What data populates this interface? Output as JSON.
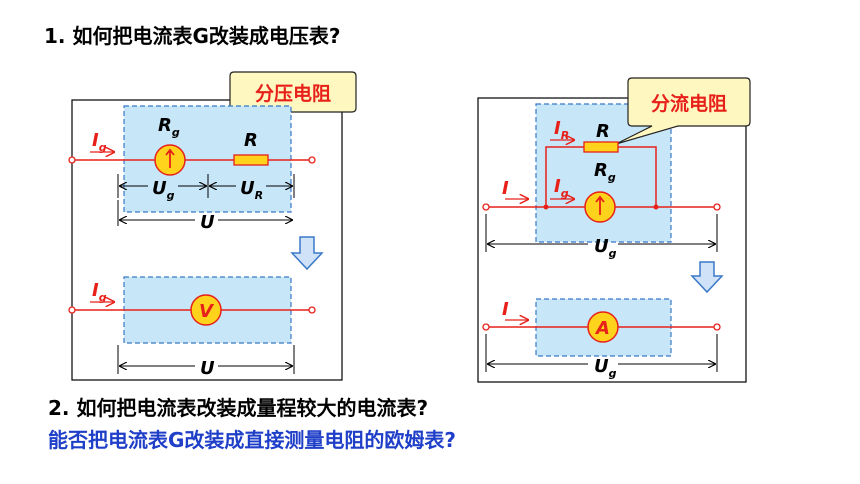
{
  "questions": {
    "q1": "1. 如何把电流表G改装成电压表?",
    "q2": "2. 如何把电流表改装成量程较大的电流表?",
    "q3": "能否把电流表G改装成直接测量电阻的欧姆表?"
  },
  "voltmeter_diagram": {
    "callout": "分压电阻",
    "current_label": "I",
    "current_sub": "g",
    "galvanometer_label": "R",
    "galvanometer_sub": "g",
    "resistor_label": "R",
    "ug_label": "U",
    "ug_sub": "g",
    "ur_label": "U",
    "ur_sub": "R",
    "total_label": "U",
    "converted_current_label": "I",
    "converted_current_sub": "g",
    "meter_symbol": "V",
    "converted_total_label": "U"
  },
  "ammeter_diagram": {
    "callout": "分流电阻",
    "ir_label": "I",
    "ir_sub": "R",
    "resistor_label": "R",
    "ig_label": "I",
    "ig_sub": "g",
    "galvanometer_label": "R",
    "galvanometer_sub": "g",
    "current_label": "I",
    "total_label": "U",
    "total_sub": "g",
    "converted_current_label": "I",
    "meter_symbol": "A",
    "converted_total_label": "U",
    "converted_total_sub": "g"
  },
  "colors": {
    "wire": "#e8201a",
    "shade": "#c7e6f7",
    "shade_border": "#3a78c8",
    "meter_fill": "#ffd21c",
    "callout_fill": "#fff7c0",
    "callout_text": "#e8201a",
    "arrow_fill": "#cfe2f7",
    "arrow_stroke": "#3a78c8",
    "blue_text": "#1f3fc8"
  }
}
